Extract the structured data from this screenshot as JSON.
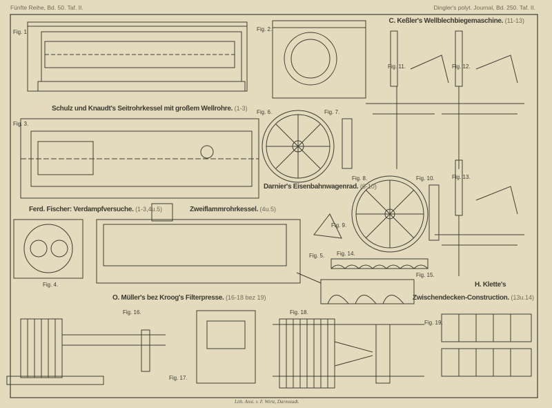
{
  "header": {
    "left": "Fünfte Reihe, Bd. 50. Taf. II.",
    "right": "Dingler's polyt. Journal, Bd. 250. Taf. II."
  },
  "captions": {
    "kessler": {
      "title": "C. Keßler's Wellblechbiegemaschine.",
      "scale": "(11-13)"
    },
    "schulz": {
      "title": "Schulz und Knaudt's Seitrohrkessel mit großem Wellrohre.",
      "scale": "(1-3)"
    },
    "darnier": {
      "title": "Darnier's Eisenbahnwagenrad.",
      "scale": "(6-10)"
    },
    "fischer": {
      "title": "Ferd. Fischer: Verdampfversuche.",
      "scale": "(1-3,4u.5)"
    },
    "zweiflamm": {
      "title": "Zweiflammrohrkessel.",
      "scale": "(4u.5)"
    },
    "mueller": {
      "title": "O. Müller's bez Kroog's Filterpresse.",
      "scale": "(16-18 bez 19)"
    },
    "klette1": {
      "title": "H. Klette's"
    },
    "klette2": {
      "title": "Zwischendecken-Construction.",
      "scale": "(13u.14)"
    }
  },
  "figures": [
    "Fig. 1.",
    "Fig. 2.",
    "Fig. 3.",
    "Fig. 4.",
    "Fig. 5.",
    "Fig. 6.",
    "Fig. 7.",
    "Fig. 8.",
    "Fig. 9.",
    "Fig. 10.",
    "Fig. 11.",
    "Fig. 12.",
    "Fig. 13.",
    "Fig. 14.",
    "Fig. 15.",
    "Fig. 16.",
    "Fig. 17.",
    "Fig. 18.",
    "Fig. 19."
  ],
  "footer": "Lith. Anst. v. F. Wirtz, Darmstadt.",
  "colors": {
    "paper": "#e4dabd",
    "ink": "#3a3a30"
  }
}
